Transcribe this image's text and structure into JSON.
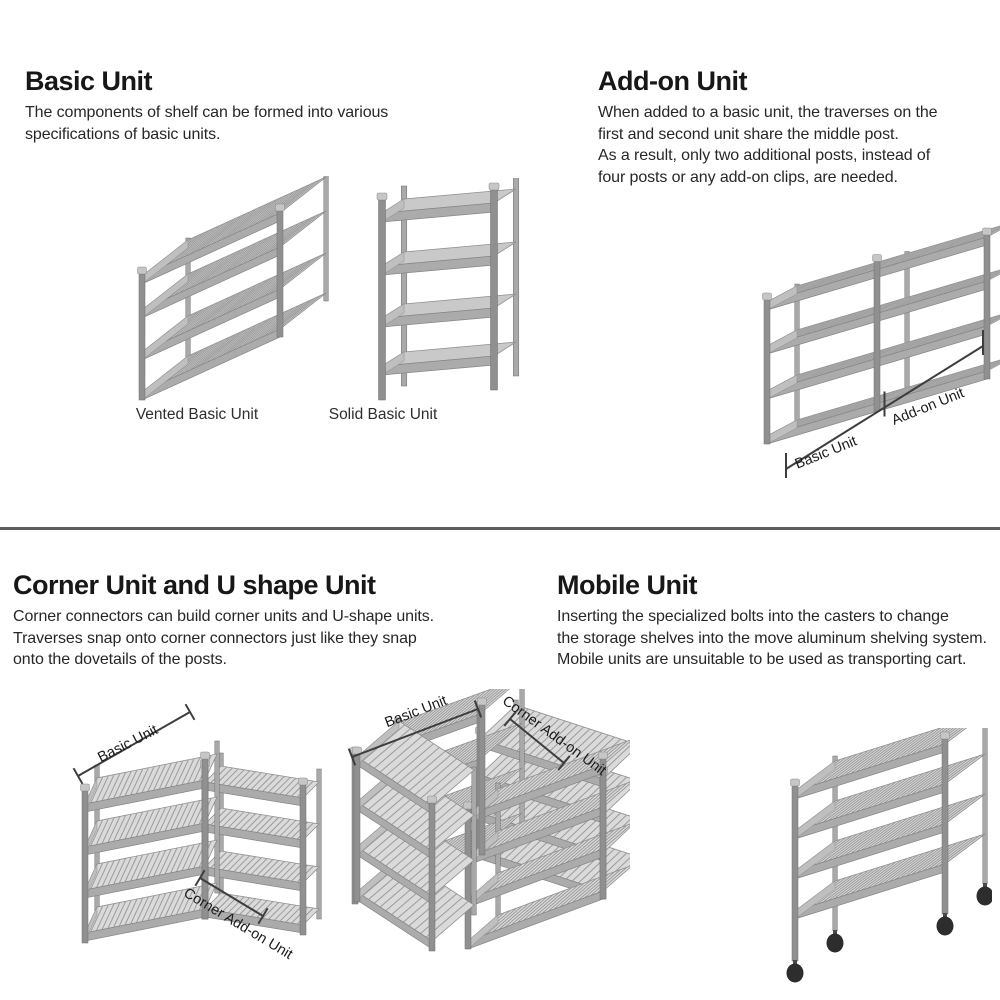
{
  "colors": {
    "heading": "#171717",
    "body_text": "#272727",
    "divider": "#5e5e5e",
    "diagram_label": "#1b1b1b",
    "shelf_top": "#dadada",
    "shelf_frame": "#8f8f8f",
    "caster": "#2d2d2d"
  },
  "sections": {
    "basic": {
      "title": "Basic Unit",
      "description": "The components of shelf can be formed into various\nspecifications of basic units.",
      "captions": {
        "vented": "Vented Basic Unit",
        "solid": "Solid Basic Unit"
      }
    },
    "addon": {
      "title": "Add-on Unit",
      "description": "When added to a basic unit, the traverses on the\nfirst and second unit share the middle post.\nAs a result, only two additional posts, instead of\nfour posts or any add-on clips, are needed.",
      "labels": {
        "basic": "Basic Unit",
        "addon": "Add-on Unit"
      }
    },
    "corner": {
      "title": "Corner Unit and U shape Unit",
      "description": "Corner connectors can build corner units and U-shape units.\nTraverses snap onto corner connectors just like they snap\nonto the dovetails of the posts.",
      "corner_figure_labels": {
        "basic": "Basic Unit",
        "corner_addon": "Corner Add-on Unit"
      },
      "ushape_figure_labels": {
        "basic": "Basic Unit",
        "corner_addon": "Corner Add-on Unit"
      }
    },
    "mobile": {
      "title": "Mobile Unit",
      "description": "Inserting the specialized bolts into the casters to change\nthe storage shelves into the move aluminum shelving system.\nMobile units are unsuitable to be used as transporting cart."
    }
  }
}
